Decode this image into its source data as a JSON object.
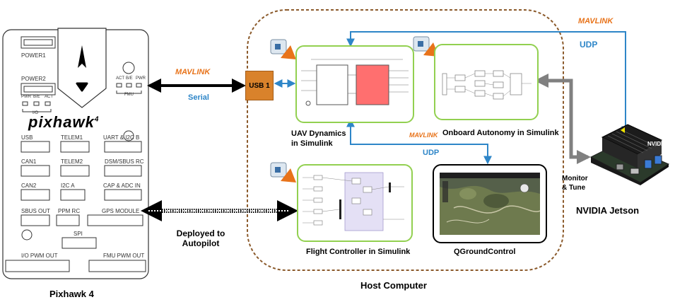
{
  "pixhawk": {
    "brand": "pixhawk",
    "model_sup": "4",
    "caption": "Pixhawk 4",
    "ports": {
      "power1": "POWER1",
      "power2": "POWER2",
      "pwr": "PWR",
      "b_e": "B/E",
      "act": "ACT",
      "io": "I/O",
      "fmu": "FMU",
      "usb": "USB",
      "telem1": "TELEM1",
      "uart_i2c_b": "UART & I2C B",
      "can1": "CAN1",
      "telem2": "TELEM2",
      "dsm_sbus_rc": "DSM/SBUS RC",
      "can2": "CAN2",
      "i2c_a": "I2C A",
      "cap_adc_in": "CAP & ADC IN",
      "sbus_out": "SBUS OUT",
      "ppm_rc": "PPM RC",
      "gps_module": "GPS MODULE",
      "spi": "SPI",
      "io_pwm_out": "I/O PWM OUT",
      "fmu_pwm_out": "FMU PWM OUT"
    }
  },
  "links": {
    "mavlink_logo": "MAVLINK",
    "serial_label": "Serial",
    "udp_top_label": "UDP",
    "udp_mid_label": "UDP",
    "deployed_label_1": "Deployed to",
    "deployed_label_2": "Autopilot",
    "monitor_label_1": "Monitor",
    "monitor_label_2": "& Tune"
  },
  "host": {
    "usb_label": "USB 1",
    "caption": "Host Computer",
    "uav_label_1": "UAV Dynamics",
    "uav_label_2": "in Simulink",
    "onboard_label": "Onboard Autonomy in Simulink",
    "flight_label": "Flight Controller in Simulink",
    "qgc_label": "QGroundControl"
  },
  "jetson": {
    "brand": "NVIDIA",
    "caption": "NVIDIA Jetson"
  },
  "colors": {
    "block_green": "#92d050",
    "host_border": "#8b5a2b",
    "usb_orange": "#d9822b",
    "link_blue": "#2e86c8",
    "mavlink_orange": "#e8731a"
  }
}
